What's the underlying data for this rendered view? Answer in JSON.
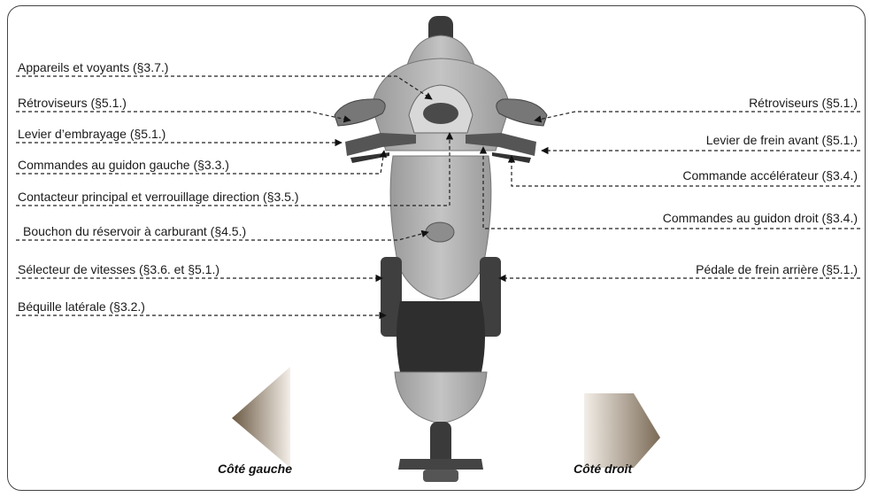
{
  "left_labels": [
    {
      "id": "instruments",
      "text": "Appareils et voyants (§3.7.)"
    },
    {
      "id": "mirror-left",
      "text": "Rétroviseurs (§5.1.)"
    },
    {
      "id": "clutch-lever",
      "text": "Levier d’embrayage (§5.1.)"
    },
    {
      "id": "left-controls",
      "text": "Commandes au guidon gauche (§3.3.)"
    },
    {
      "id": "ignition",
      "text": "Contacteur principal et verrouillage direction (§3.5.)"
    },
    {
      "id": "fuel-cap",
      "text": "Bouchon du réservoir à carburant (§4.5.)"
    },
    {
      "id": "gear-selector",
      "text": "Sélecteur de vitesses (§3.6. et §5.1.)"
    },
    {
      "id": "side-stand",
      "text": "Béquille latérale (§3.2.)"
    }
  ],
  "right_labels": [
    {
      "id": "mirror-right",
      "text": "Rétroviseurs (§5.1.)"
    },
    {
      "id": "front-brake-lever",
      "text": "Levier de frein avant (§5.1.)"
    },
    {
      "id": "throttle",
      "text": "Commande accélérateur (§3.4.)"
    },
    {
      "id": "right-controls",
      "text": "Commandes au guidon droit (§3.4.)"
    },
    {
      "id": "rear-brake-pedal",
      "text": "Pédale de frein arrière (§5.1.)"
    }
  ],
  "side_labels": {
    "left": "Côté gauche",
    "right": "Côté droit"
  },
  "colors": {
    "body_grey": "#b4b4b4",
    "dark_grey": "#3a3a3a",
    "seat": "#2e2e2e",
    "arrow_left_dark": "#6b5a44",
    "arrow_right_dark": "#7a6a55",
    "arrow_light": "#f2ede6",
    "leader": "#222222"
  }
}
